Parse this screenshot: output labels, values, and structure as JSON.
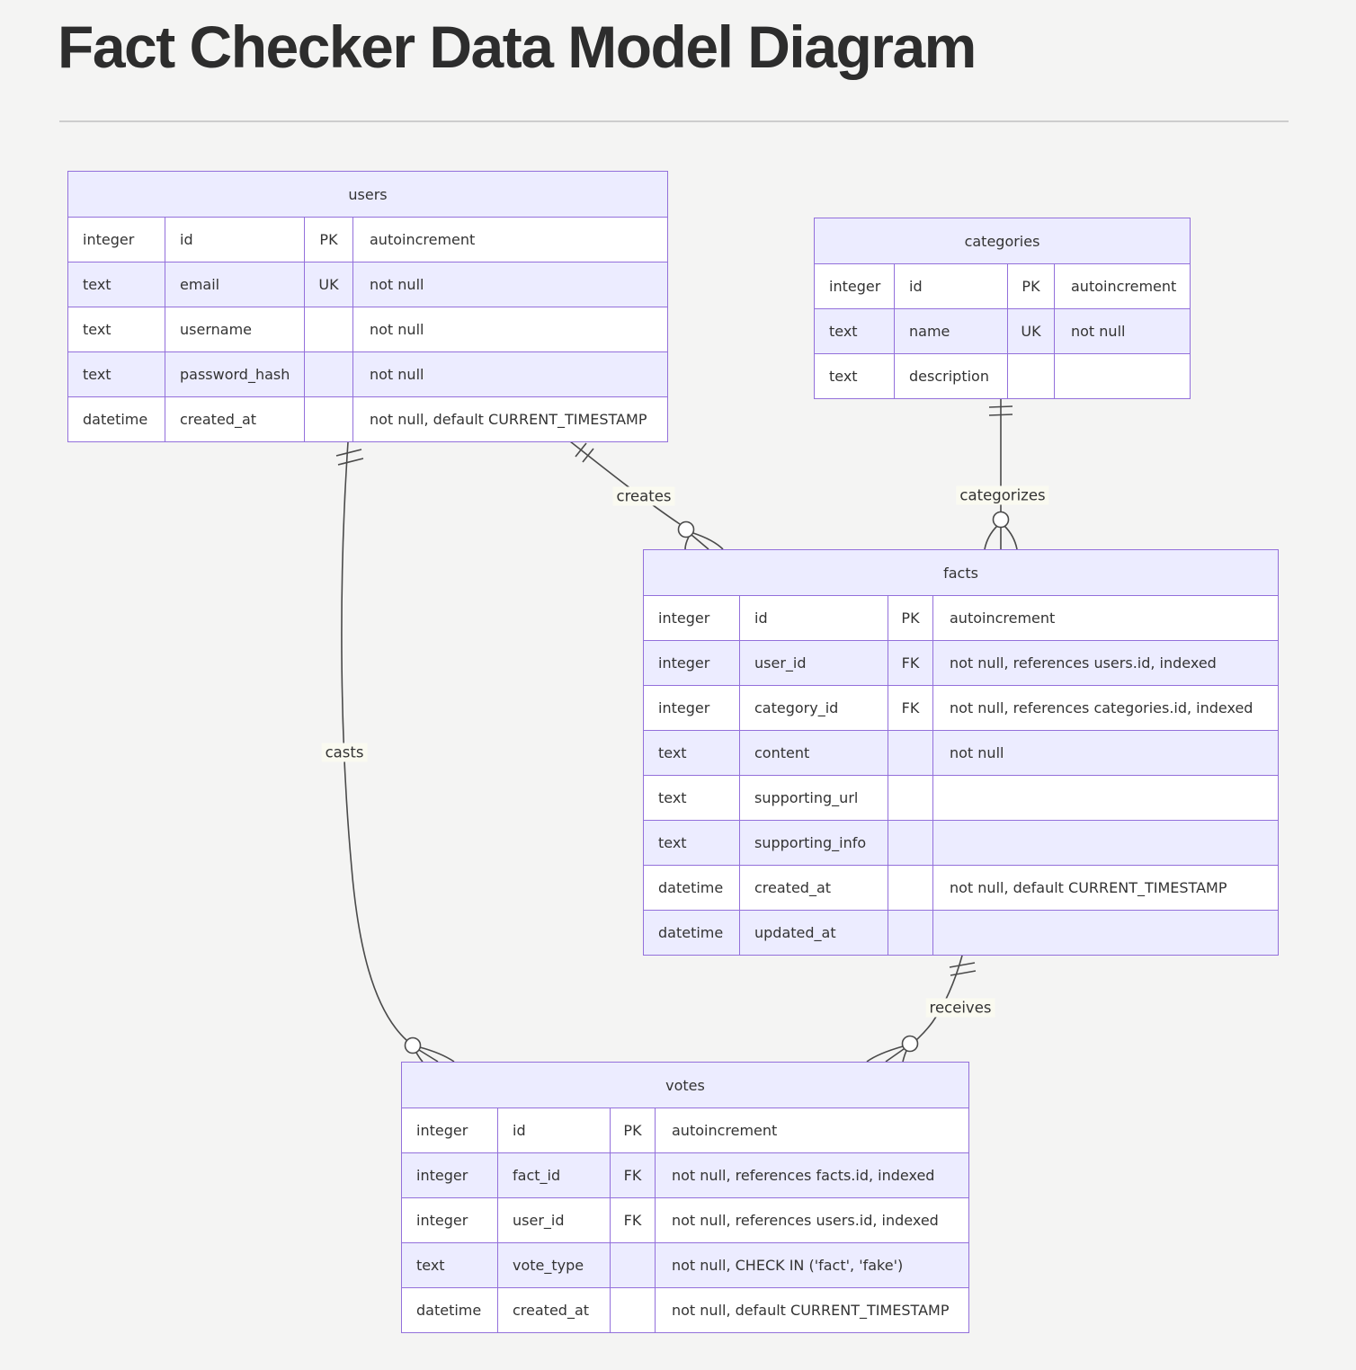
{
  "page": {
    "title": "Fact Checker Data Model Diagram"
  },
  "colors": {
    "page_bg": "#f4f4f3",
    "title_text": "#2d2d2d",
    "divider": "#cdcdcd",
    "entity_border": "#9370DB",
    "entity_header_bg": "#ECECFF",
    "entity_row_even_bg": "#ECECFF",
    "entity_row_odd_bg": "#ffffff",
    "table_text": "#333333",
    "relationship_line": "#4a4a4a",
    "relationship_label_bg": "#fafaf0"
  },
  "tables": [
    {
      "id": "users",
      "name": "users",
      "rows": [
        {
          "type": "integer",
          "name": "id",
          "key": "PK",
          "comment": "autoincrement"
        },
        {
          "type": "text",
          "name": "email",
          "key": "UK",
          "comment": "not null"
        },
        {
          "type": "text",
          "name": "username",
          "key": "",
          "comment": "not null"
        },
        {
          "type": "text",
          "name": "password_hash",
          "key": "",
          "comment": "not null"
        },
        {
          "type": "datetime",
          "name": "created_at",
          "key": "",
          "comment": "not null, default CURRENT_TIMESTAMP"
        }
      ]
    },
    {
      "id": "categories",
      "name": "categories",
      "rows": [
        {
          "type": "integer",
          "name": "id",
          "key": "PK",
          "comment": "autoincrement"
        },
        {
          "type": "text",
          "name": "name",
          "key": "UK",
          "comment": "not null"
        },
        {
          "type": "text",
          "name": "description",
          "key": "",
          "comment": ""
        }
      ]
    },
    {
      "id": "facts",
      "name": "facts",
      "rows": [
        {
          "type": "integer",
          "name": "id",
          "key": "PK",
          "comment": "autoincrement"
        },
        {
          "type": "integer",
          "name": "user_id",
          "key": "FK",
          "comment": "not null, references users.id, indexed"
        },
        {
          "type": "integer",
          "name": "category_id",
          "key": "FK",
          "comment": "not null, references categories.id, indexed"
        },
        {
          "type": "text",
          "name": "content",
          "key": "",
          "comment": "not null"
        },
        {
          "type": "text",
          "name": "supporting_url",
          "key": "",
          "comment": ""
        },
        {
          "type": "text",
          "name": "supporting_info",
          "key": "",
          "comment": ""
        },
        {
          "type": "datetime",
          "name": "created_at",
          "key": "",
          "comment": "not null, default CURRENT_TIMESTAMP"
        },
        {
          "type": "datetime",
          "name": "updated_at",
          "key": "",
          "comment": ""
        }
      ]
    },
    {
      "id": "votes",
      "name": "votes",
      "rows": [
        {
          "type": "integer",
          "name": "id",
          "key": "PK",
          "comment": "autoincrement"
        },
        {
          "type": "integer",
          "name": "fact_id",
          "key": "FK",
          "comment": "not null, references facts.id, indexed"
        },
        {
          "type": "integer",
          "name": "user_id",
          "key": "FK",
          "comment": "not null, references users.id, indexed"
        },
        {
          "type": "text",
          "name": "vote_type",
          "key": "",
          "comment": "not null, CHECK IN ('fact', 'fake')"
        },
        {
          "type": "datetime",
          "name": "created_at",
          "key": "",
          "comment": "not null, default CURRENT_TIMESTAMP"
        }
      ]
    }
  ],
  "relationships": [
    {
      "id": "creates",
      "from_table": "users",
      "to_table": "facts",
      "label": "creates",
      "from_cardinality": "exactly one",
      "to_cardinality": "zero or many"
    },
    {
      "id": "categorizes",
      "from_table": "categories",
      "to_table": "facts",
      "label": "categorizes",
      "from_cardinality": "exactly one",
      "to_cardinality": "zero or many"
    },
    {
      "id": "casts",
      "from_table": "users",
      "to_table": "votes",
      "label": "casts",
      "from_cardinality": "exactly one",
      "to_cardinality": "zero or many"
    },
    {
      "id": "receives",
      "from_table": "facts",
      "to_table": "votes",
      "label": "receives",
      "from_cardinality": "exactly one",
      "to_cardinality": "zero or many"
    }
  ]
}
